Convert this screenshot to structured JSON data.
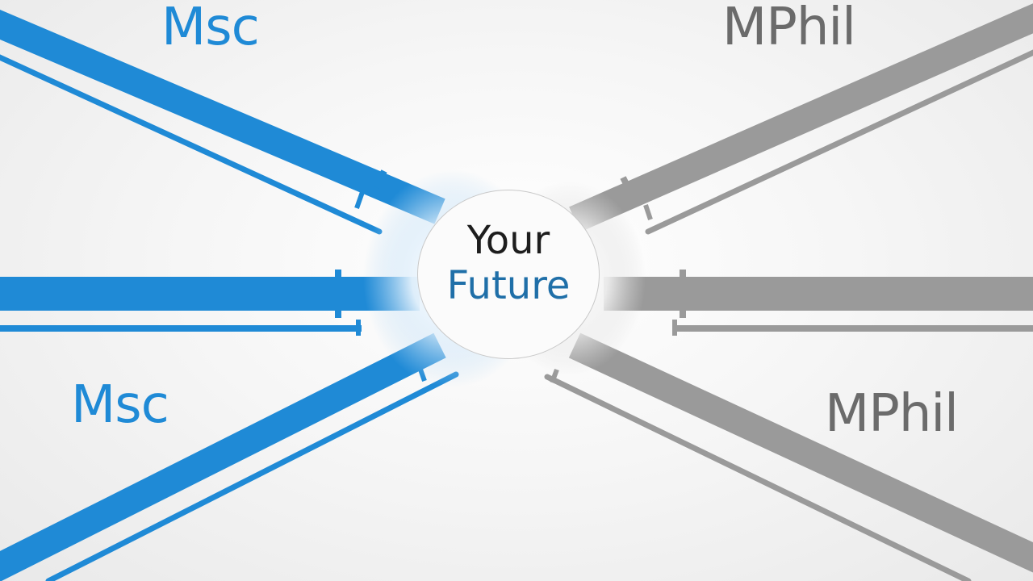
{
  "colors": {
    "blue": "#1f8ad6",
    "blue_dark": "#1f6fa8",
    "gray": "#9a9a9a",
    "gray_text": "#6b6b6b"
  },
  "center": {
    "line1": "Your",
    "line2": "Future"
  },
  "branches": {
    "top_left_label": "Msc",
    "bottom_left_label": "Msc",
    "top_right_label": "MPhil",
    "bottom_right_label": "MPhil"
  }
}
